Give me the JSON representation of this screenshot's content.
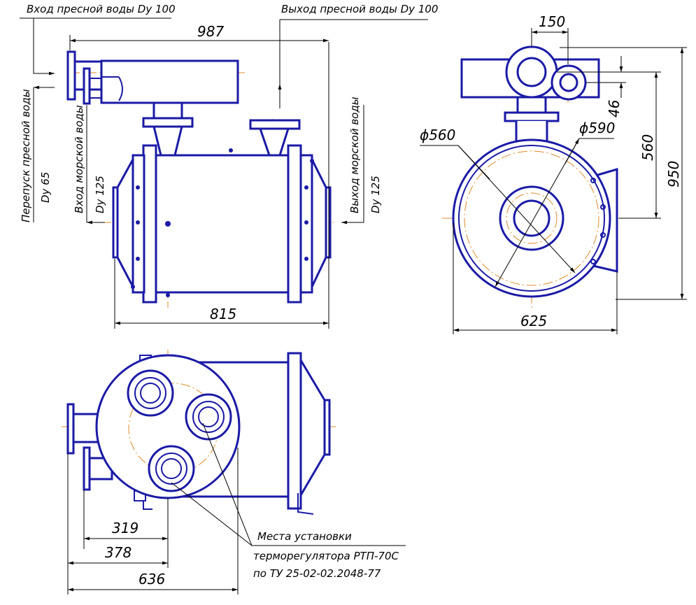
{
  "labels": {
    "fresh_in": "Вход пресной воды Dy 100",
    "fresh_out": "Выход пресной воды Dy 100",
    "bypass_1": "Перепуск пресной воды",
    "bypass_2": "Dy 65",
    "sea_in_1": "Вход морской воды",
    "sea_in_2": "Dy 125",
    "sea_out_1": "Выход морской воды",
    "sea_out_2": "Dy 125",
    "note_1": "Места установки",
    "note_2": "терморегулятора РТП-70С",
    "note_3": "по ТУ 25-02-02.2048-77"
  },
  "dimensions": {
    "d987": "987",
    "d815": "815",
    "d150": "150",
    "d46": "46",
    "d560": "560",
    "d950": "950",
    "d625": "625",
    "phi560": "ϕ560",
    "phi590": "ϕ590",
    "d319": "319",
    "d378": "378",
    "d636": "636"
  }
}
